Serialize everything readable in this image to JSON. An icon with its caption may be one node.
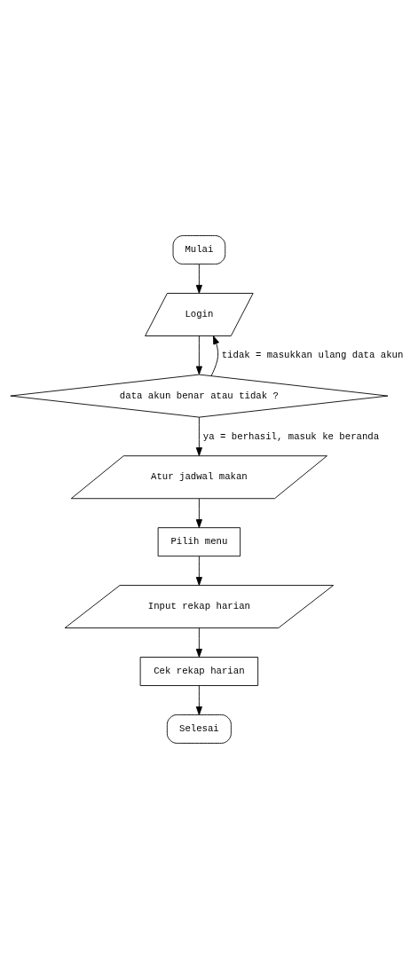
{
  "diagram": {
    "nodes": [
      {
        "text": [
          "Mulai"
        ]
      },
      {
        "text": [
          "Login"
        ]
      },
      {
        "text": [
          "data akun benar atau tidak ?"
        ]
      },
      {
        "text": [
          "Atur jadwal makan"
        ]
      },
      {
        "text": [
          "Pilih menu"
        ]
      },
      {
        "text": [
          "Input rekap harian"
        ]
      },
      {
        "text": [
          "Cek rekap harian"
        ]
      },
      {
        "text": [
          "Selesai"
        ]
      }
    ],
    "edges": [
      {
        "from": 0,
        "to": 1,
        "arrow": "to"
      },
      {
        "from": 1,
        "to": 2,
        "arrow": "to"
      },
      {
        "from": 2,
        "to": 1,
        "arrow": "to",
        "label": "tidak = masukkan ulang data akun"
      },
      {
        "from": 2,
        "to": 3,
        "arrow": "to",
        "label": "ya = berhasil, masuk ke beranda"
      },
      {
        "from": 3,
        "to": 4,
        "arrow": "to"
      },
      {
        "from": 4,
        "to": 5,
        "arrow": "to"
      },
      {
        "from": 5,
        "to": 6,
        "arrow": "to"
      },
      {
        "from": 6,
        "to": 7,
        "arrow": "to"
      }
    ]
  }
}
